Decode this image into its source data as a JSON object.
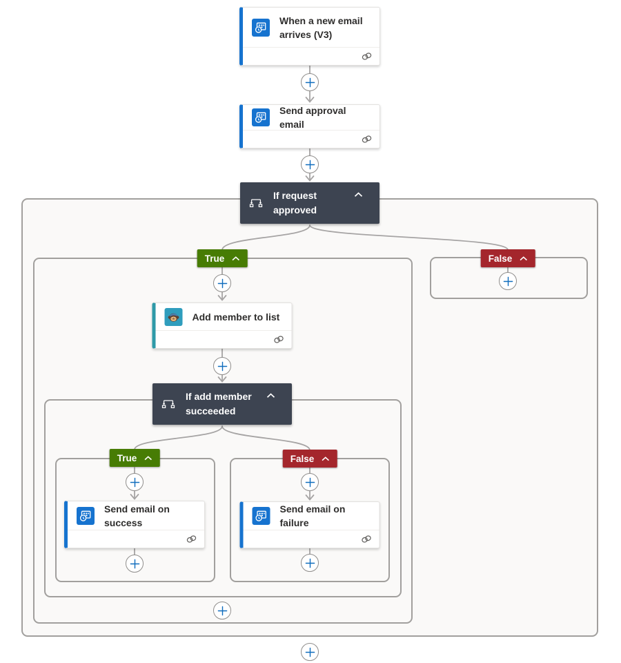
{
  "nodes": {
    "trigger": {
      "title": "When a new email arrives (V3)",
      "icon": "outlook-icon"
    },
    "send_approval": {
      "title": "Send approval email",
      "icon": "outlook-icon"
    },
    "if_request_approved": {
      "title": "If request approved",
      "icon": "condition-icon"
    },
    "add_member": {
      "title": "Add member to list",
      "icon": "mailchimp-icon"
    },
    "if_add_member_succeeded": {
      "title": "If add member succeeded",
      "icon": "condition-icon"
    },
    "send_email_success": {
      "title": "Send email on success",
      "icon": "outlook-icon"
    },
    "send_email_failure": {
      "title": "Send email on failure",
      "icon": "outlook-icon"
    }
  },
  "branch_labels": {
    "true": "True",
    "false": "False"
  },
  "icons": {
    "outlook-icon": "blue app window with clock badge",
    "mailchimp-icon": "monkey mascot on teal square",
    "condition-icon": "white branch/split glyph",
    "connection-icon": "two interlocked rings",
    "chevron-up-icon": "collapse chevron",
    "plus-icon": "insert step plus in circle"
  },
  "colors": {
    "outlook_blue": "#1673cf",
    "mailchimp_teal": "#2f9dbd",
    "mailchimp_accent": "#2e9aa8",
    "condition_dark": "#3d4451",
    "true_green": "#477c04",
    "false_red": "#a4262c",
    "connector_gray": "#a6a4a4",
    "plus_blue": "#0f6cbd",
    "scope_background": "#faf9f8",
    "scope_border": "#a19f9d"
  }
}
